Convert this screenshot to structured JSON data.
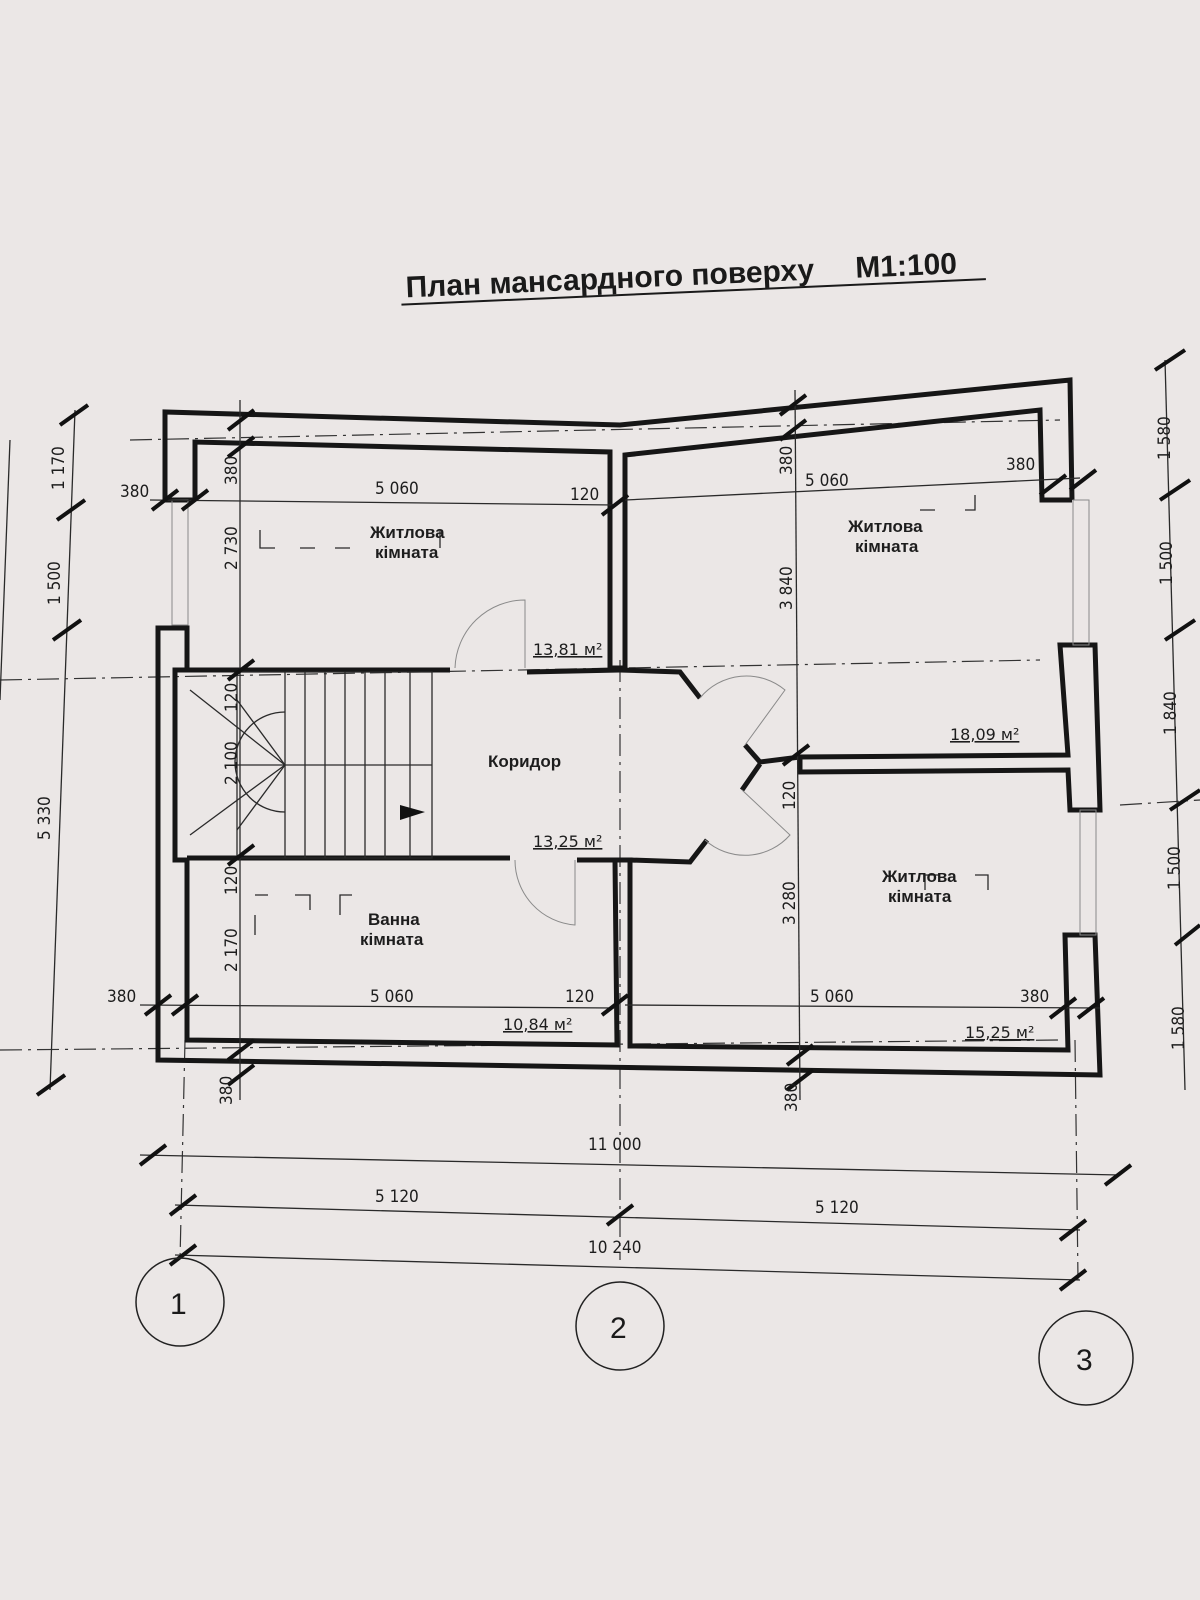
{
  "title": {
    "text": "План мансардного поверху",
    "scale": "М1:100"
  },
  "rooms": {
    "living_top_left": {
      "name1": "Житлова",
      "name2": "кімната",
      "area": "13,81 м²"
    },
    "living_top_right": {
      "name1": "Житлова",
      "name2": "кімната",
      "area": "18,09 м²"
    },
    "corridor": {
      "name1": "Коридор",
      "area": "13,25 м²"
    },
    "bathroom": {
      "name1": "Ванна",
      "name2": "кімната",
      "area": "10,84 м²"
    },
    "living_bottom_right": {
      "name1": "Житлова",
      "name2": "кімната",
      "area": "15,25 м²"
    }
  },
  "dims": {
    "top_left_wall": "380",
    "top_left_wall_v": "380",
    "top_left_width": "5 060",
    "top_left_partition": "120",
    "top_left_depth": "2 730",
    "top_right_wall_v": "380",
    "top_right_width": "5 060",
    "top_right_wall": "380",
    "top_right_depth": "3 840",
    "left_1170": "1 170",
    "left_1500": "1 500",
    "left_5330": "5 330",
    "stair_120_top": "120",
    "stair_2100": "2 100",
    "stair_120_bottom": "120",
    "bath_depth": "2 170",
    "bottom_left_wall": "380",
    "bottom_left_width": "5 060",
    "bottom_left_partition": "120",
    "right_partition_120": "120",
    "bottom_right_depth": "3 280",
    "bottom_right_width": "5 060",
    "bottom_right_wall": "380",
    "bottom_wall_left_v": "380",
    "bottom_wall_right_v": "380",
    "overall": "11 000",
    "axis_1_2": "5 120",
    "axis_2_3": "5 120",
    "axis_1_3": "10 240",
    "right_1580_top": "1 580",
    "right_1500_top": "1 500",
    "right_1840": "1 840",
    "right_1500_bottom": "1 500",
    "right_1580_bottom": "1 580"
  },
  "axes": [
    "1",
    "2",
    "3"
  ]
}
